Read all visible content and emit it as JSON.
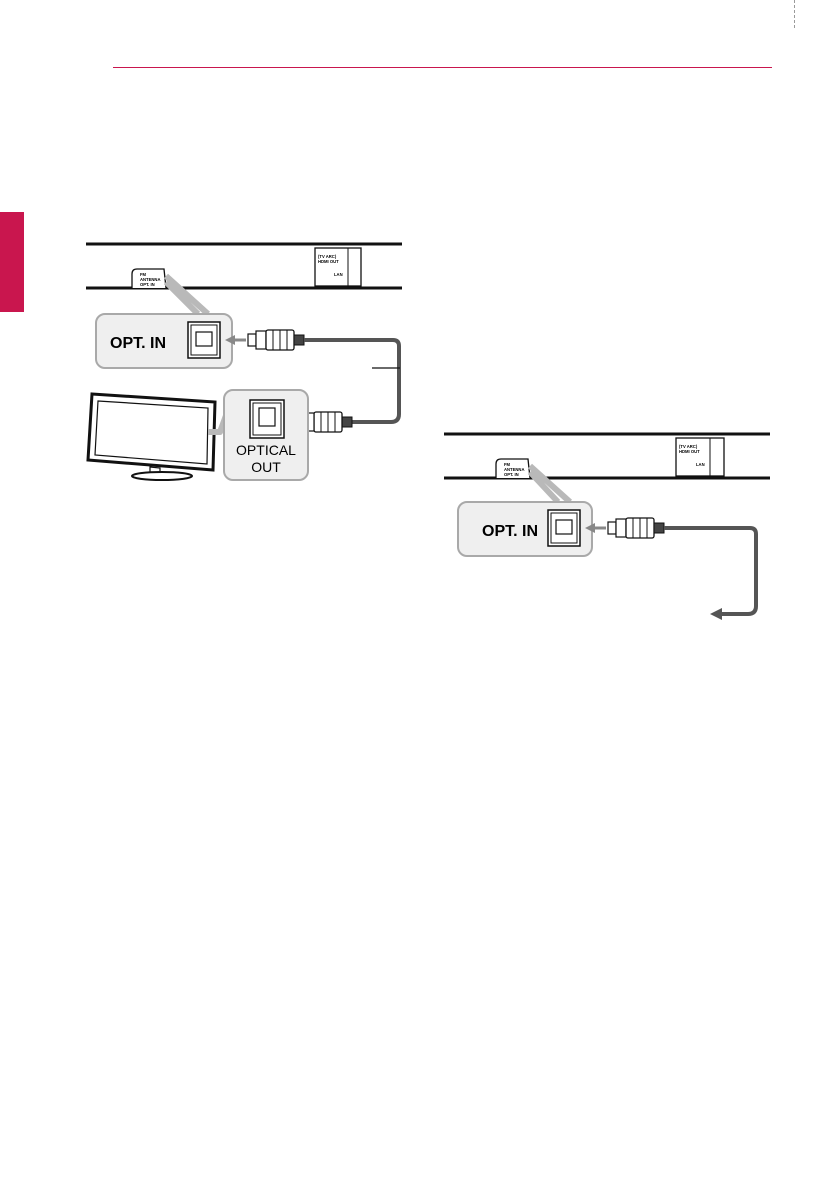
{
  "accent_color": "#c9164e",
  "diagram_tv": {
    "panel_label_lines": [
      "FM",
      "ANTENNA",
      "OPT. IN"
    ],
    "hdmi_label_lines": [
      "(TV ARC)",
      "HDMI OUT"
    ],
    "lan_label": "LAN",
    "opt_in_callout": "OPT. IN",
    "optical_out_lines": [
      "OPTICAL",
      "OUT"
    ]
  },
  "diagram_other": {
    "panel_label_lines": [
      "FM",
      "ANTENNA",
      "OPT. IN"
    ],
    "hdmi_label_lines": [
      "(TV ARC)",
      "HDMI OUT"
    ],
    "lan_label": "LAN",
    "opt_in_callout": "OPT. IN"
  }
}
